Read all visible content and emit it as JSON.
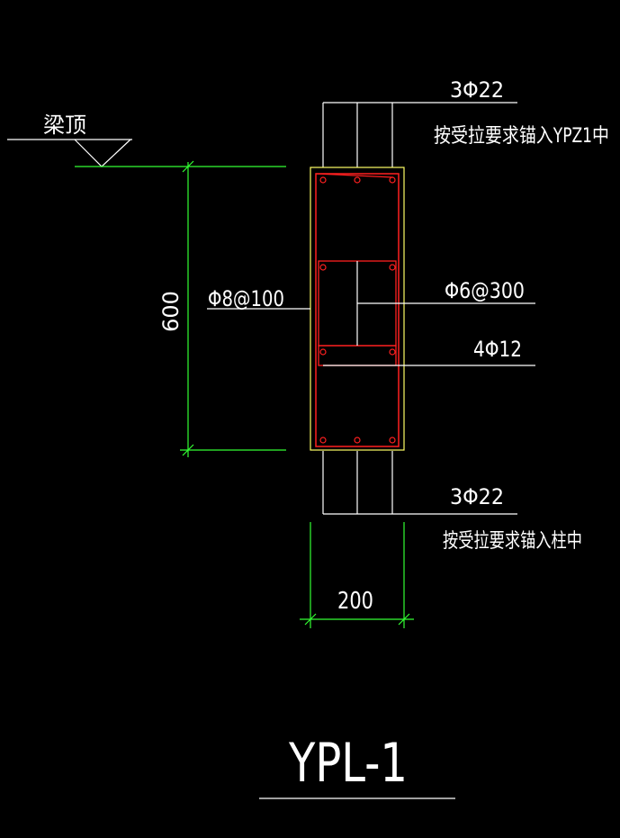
{
  "drawing": {
    "title": "YPL-1",
    "beam_top_label": "梁顶",
    "dim_height": "600",
    "dim_width": "200",
    "top_bars": "3Φ22",
    "top_bars_note": "按受拉要求锚入YPZ1中",
    "bottom_bars": "3Φ22",
    "bottom_bars_note": "按受拉要求锚入柱中",
    "stirrup": "Φ8@100",
    "tie": "Φ6@300",
    "side_bars": "4Φ12"
  },
  "colors": {
    "background": "#000000",
    "line_white": "#ffffff",
    "rebar_red": "#ff2020",
    "outline_yellow": "#ffff66",
    "dimension_green": "#33ff33"
  }
}
